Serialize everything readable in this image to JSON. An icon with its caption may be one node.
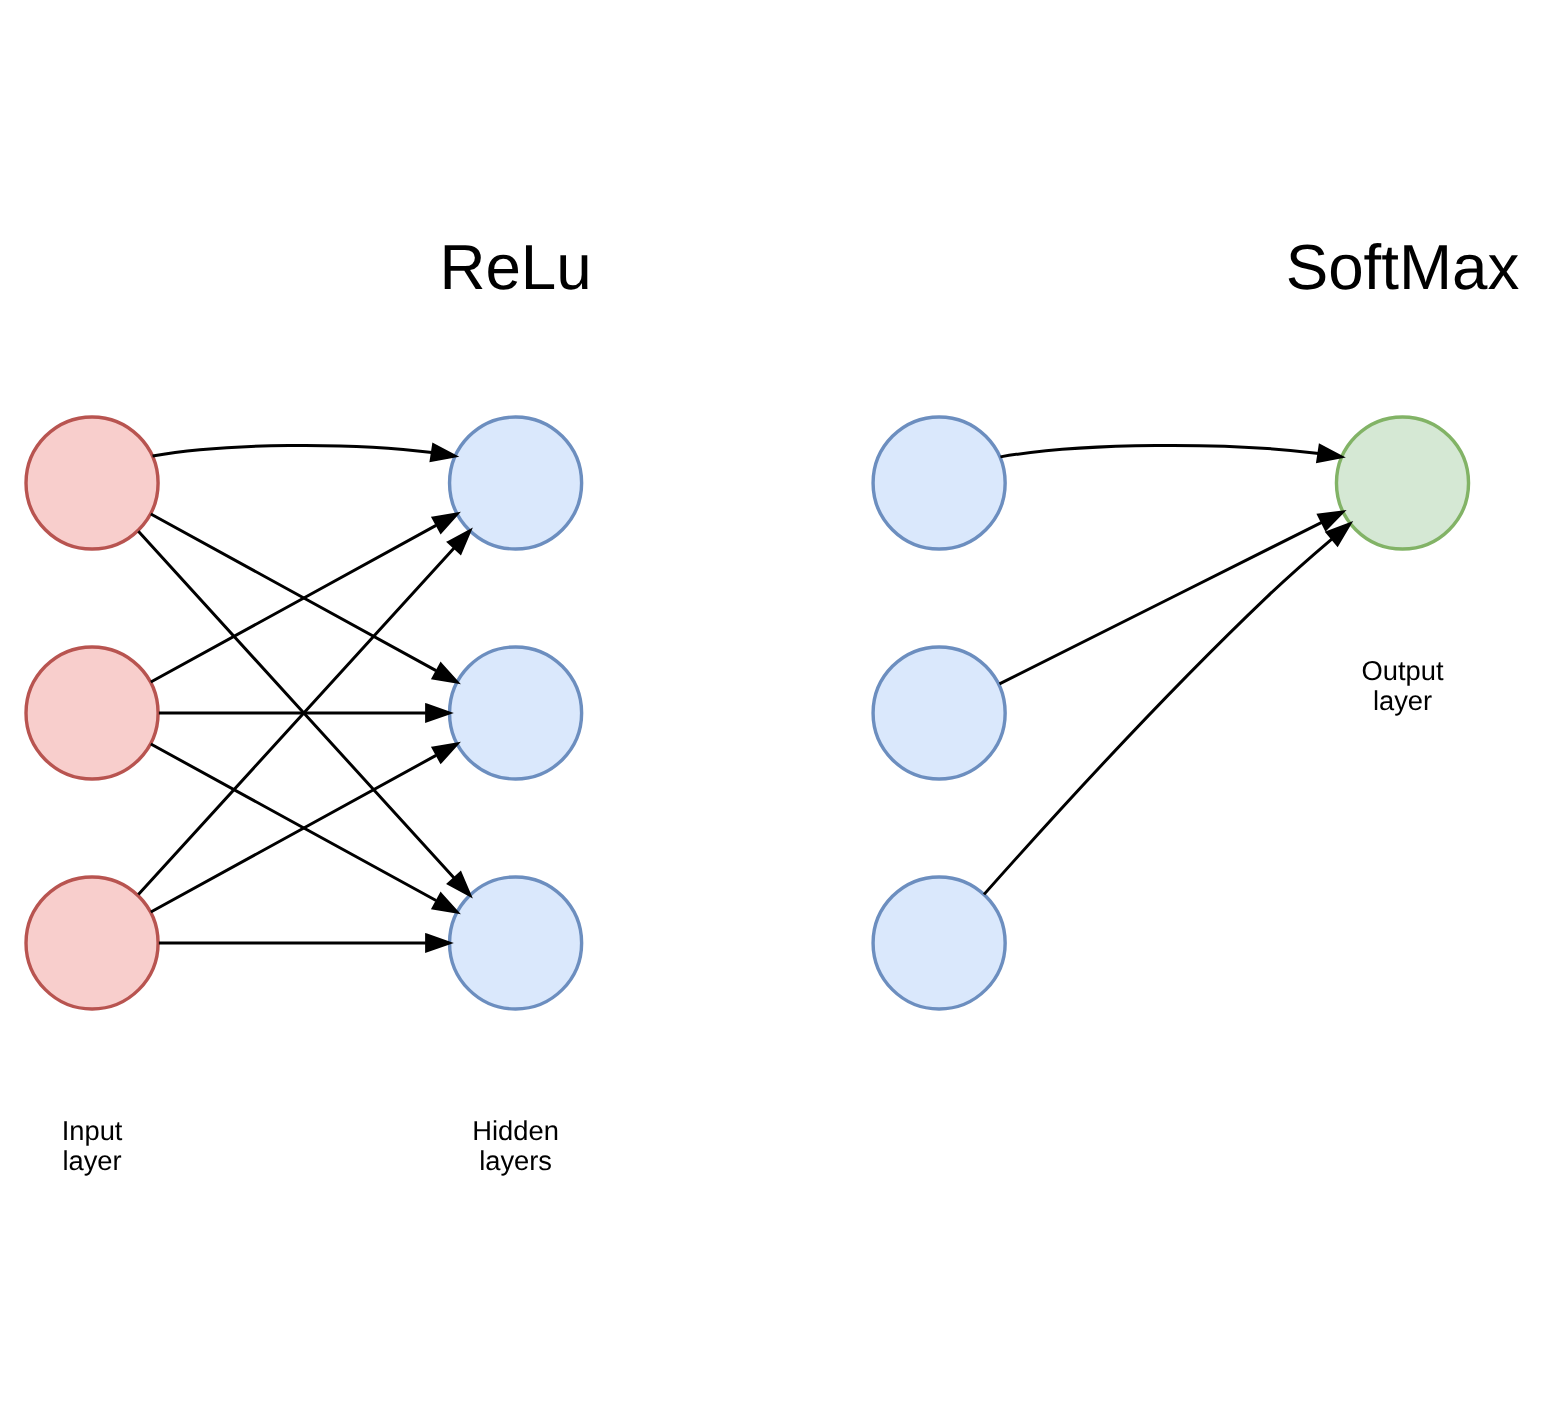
{
  "diagram": {
    "nodes": [
      {
        "text": [],
        "shape": "circle"
      },
      {
        "text": [],
        "shape": "circle"
      },
      {
        "text": [],
        "shape": "circle"
      },
      {
        "text": [],
        "shape": "circle"
      },
      {
        "text": [],
        "shape": "circle"
      },
      {
        "text": [],
        "shape": "circle"
      },
      {
        "text": [],
        "shape": "circle"
      },
      {
        "text": [],
        "shape": "circle"
      },
      {
        "text": [],
        "shape": "circle"
      },
      {
        "text": [],
        "shape": "circle"
      }
    ],
    "edges": [
      {
        "from": 0,
        "to": 3,
        "arrow": "to"
      },
      {
        "from": 0,
        "to": 4,
        "arrow": "to"
      },
      {
        "from": 0,
        "to": 5,
        "arrow": "to"
      },
      {
        "from": 1,
        "to": 3,
        "arrow": "to"
      },
      {
        "from": 1,
        "to": 4,
        "arrow": "to"
      },
      {
        "from": 1,
        "to": 5,
        "arrow": "to"
      },
      {
        "from": 2,
        "to": 3,
        "arrow": "to"
      },
      {
        "from": 2,
        "to": 4,
        "arrow": "to"
      },
      {
        "from": 2,
        "to": 5,
        "arrow": "to"
      },
      {
        "from": 6,
        "to": 9,
        "arrow": "to"
      },
      {
        "from": 7,
        "to": 9,
        "arrow": "to"
      },
      {
        "from": 8,
        "to": 9,
        "arrow": "to"
      }
    ],
    "labels": [
      "ReLu",
      "SoftMax",
      "Input layer",
      "Hidden layers",
      "Output layer"
    ]
  }
}
